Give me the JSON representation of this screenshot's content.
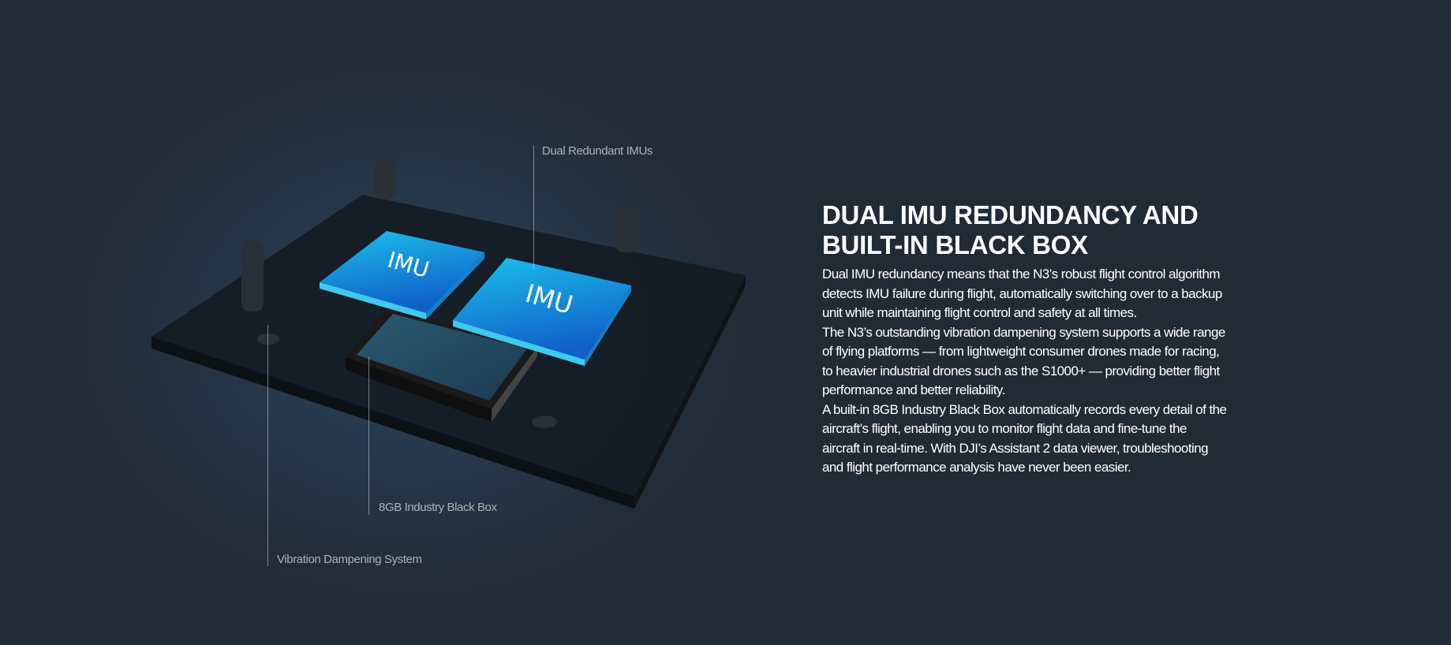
{
  "illustration": {
    "chip_labels": [
      "IMU",
      "IMU"
    ],
    "callouts": {
      "imus": "Dual Redundant IMUs",
      "black_box": "8GB Industry Black Box",
      "dampening": "Vibration Dampening System"
    }
  },
  "section": {
    "title_lines": [
      "DUAL IMU REDUNDANCY AND",
      "BUILT-IN BLACK BOX"
    ],
    "body_lines": [
      "Dual IMU redundancy means that the N3’s robust flight control algorithm",
      "detects IMU failure during flight, automatically switching over to a backup",
      "unit while maintaining flight control and safety at all times.",
      "The N3’s outstanding vibration dampening system supports a wide range",
      "of flying platforms — from lightweight consumer drones made for racing,",
      "to heavier industrial drones such as the S1000+ — providing better flight",
      "performance and better reliability.",
      "A built-in 8GB Industry Black Box automatically records every detail of the",
      "aircraft’s flight, enabling you to monitor flight data and fine-tune the",
      "aircraft in real-time. With DJI’s Assistant 2 data viewer, troubleshooting",
      "and flight performance analysis have never been easier."
    ]
  },
  "colors": {
    "imu_top": "#1aa3e0",
    "imu_edge": "#3fc8f0",
    "background": "#222d39"
  }
}
